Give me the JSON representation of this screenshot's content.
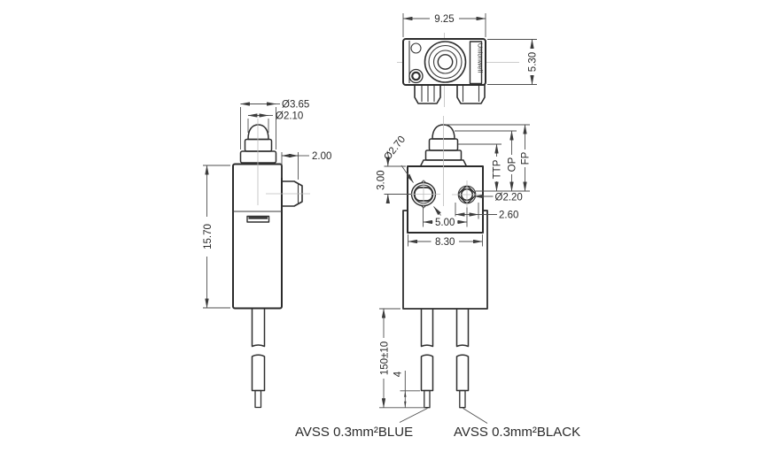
{
  "drawing": {
    "type": "technical-dimension-drawing",
    "subject": "sealed subminiature micro switch with plunger and lead wires, three orthographic views"
  },
  "brand": "Unionwell",
  "dims": {
    "top_width": "9.25",
    "top_height": "5.30",
    "tip_dia": "Ø2.10",
    "base_dia": "Ø3.65",
    "button_len": "2.00",
    "body_height": "15.70",
    "boss_dia": "Ø2.70",
    "boss_offset": "3.00",
    "ttp": "TTP",
    "op": "OP",
    "fp": "FP",
    "hole_dia": "Ø2.20",
    "flange_width": "2.60",
    "hole_pitch": "5.00",
    "head_width": "8.30",
    "wire_length": "150±10",
    "strip_length": "4"
  },
  "wires": {
    "left_label": "AVSS 0.3mm²BLUE",
    "right_label": "AVSS 0.3mm²BLACK"
  },
  "colors": {
    "background": "#ffffff",
    "outline": "#2f2f2f",
    "dimension": "#4f4f4f",
    "centerline": "#bcbcbc"
  }
}
